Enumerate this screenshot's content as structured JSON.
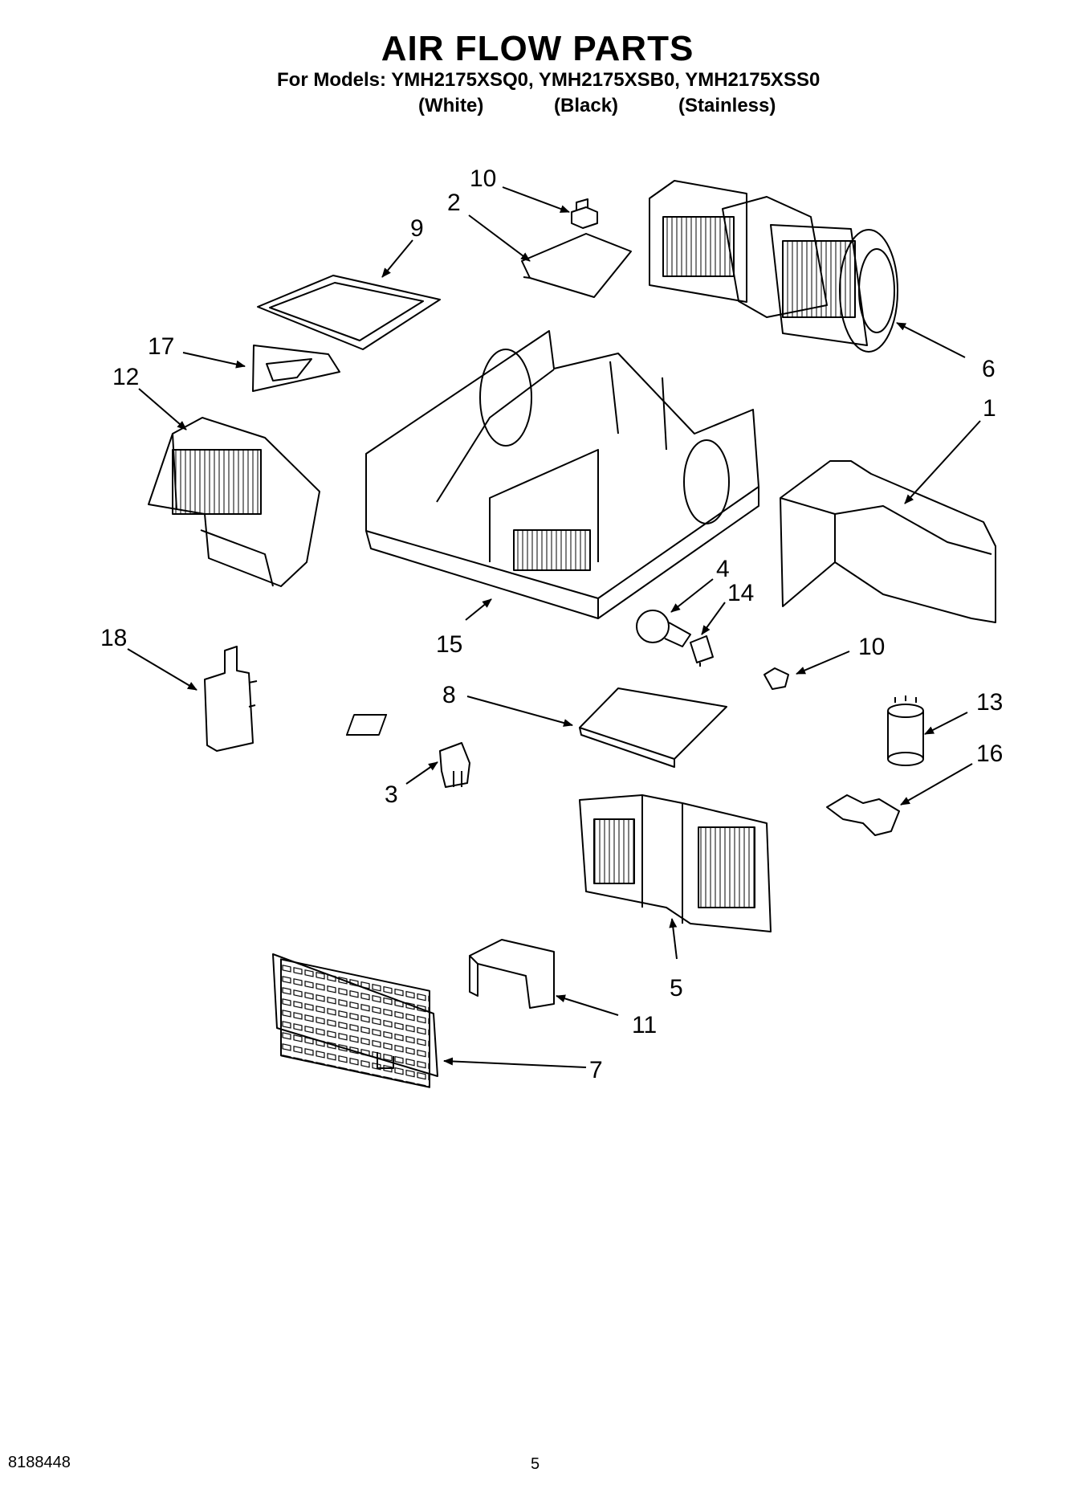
{
  "header": {
    "title": "AIR FLOW PARTS",
    "models": "For Models: YMH2175XSQ0, YMH2175XSB0, YMH2175XSS0",
    "variants": [
      "(White)",
      "(Black)",
      "(Stainless)"
    ]
  },
  "callouts": [
    {
      "id": "c10a",
      "text": "10"
    },
    {
      "id": "c2",
      "text": "2"
    },
    {
      "id": "c9",
      "text": "9"
    },
    {
      "id": "c17",
      "text": "17"
    },
    {
      "id": "c12",
      "text": "12"
    },
    {
      "id": "c6",
      "text": "6"
    },
    {
      "id": "c1",
      "text": "1"
    },
    {
      "id": "c15",
      "text": "15"
    },
    {
      "id": "c4",
      "text": "4"
    },
    {
      "id": "c14",
      "text": "14"
    },
    {
      "id": "c18",
      "text": "18"
    },
    {
      "id": "c10b",
      "text": "10"
    },
    {
      "id": "c8",
      "text": "8"
    },
    {
      "id": "c13",
      "text": "13"
    },
    {
      "id": "c16",
      "text": "16"
    },
    {
      "id": "c3",
      "text": "3"
    },
    {
      "id": "c5",
      "text": "5"
    },
    {
      "id": "c11",
      "text": "11"
    },
    {
      "id": "c7",
      "text": "7"
    }
  ],
  "footer": {
    "doc_number": "8188448",
    "page_number": "5"
  }
}
